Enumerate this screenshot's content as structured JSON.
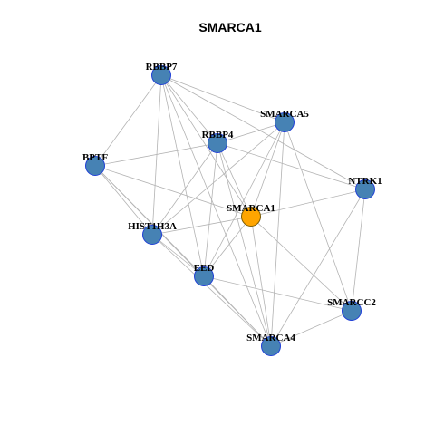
{
  "title": "SMARCA1",
  "colors": {
    "background": "#ffffff",
    "edge": "#b3b3b3",
    "node_fill": "#4682b4",
    "node_stroke": "#1f3fd6",
    "center_fill": "#ffa500",
    "center_stroke": "#7a5a00",
    "label": "#000000"
  },
  "nodes": [
    {
      "id": "RBBP7",
      "label": "RBBP7",
      "center": false
    },
    {
      "id": "SMARCA5",
      "label": "SMARCA5",
      "center": false
    },
    {
      "id": "RBBP4",
      "label": "RBBP4",
      "center": false
    },
    {
      "id": "BPTF",
      "label": "BPTF",
      "center": false
    },
    {
      "id": "NTRK1",
      "label": "NTRK1",
      "center": false
    },
    {
      "id": "SMARCA1",
      "label": "SMARCA1",
      "center": true
    },
    {
      "id": "HIST1H3A",
      "label": "HIST1H3A",
      "center": false
    },
    {
      "id": "EED",
      "label": "EED",
      "center": false
    },
    {
      "id": "SMARCC2",
      "label": "SMARCC2",
      "center": false
    },
    {
      "id": "SMARCA4",
      "label": "SMARCA4",
      "center": false
    }
  ],
  "edges": [
    [
      "RBBP7",
      "SMARCA5"
    ],
    [
      "RBBP7",
      "RBBP4"
    ],
    [
      "RBBP7",
      "BPTF"
    ],
    [
      "RBBP7",
      "NTRK1"
    ],
    [
      "RBBP7",
      "SMARCA1"
    ],
    [
      "RBBP7",
      "HIST1H3A"
    ],
    [
      "RBBP7",
      "EED"
    ],
    [
      "RBBP7",
      "SMARCA4"
    ],
    [
      "SMARCA5",
      "RBBP4"
    ],
    [
      "SMARCA5",
      "SMARCA1"
    ],
    [
      "SMARCA5",
      "HIST1H3A"
    ],
    [
      "SMARCA5",
      "EED"
    ],
    [
      "SMARCA5",
      "SMARCC2"
    ],
    [
      "SMARCA5",
      "SMARCA4"
    ],
    [
      "RBBP4",
      "BPTF"
    ],
    [
      "RBBP4",
      "NTRK1"
    ],
    [
      "RBBP4",
      "HIST1H3A"
    ],
    [
      "RBBP4",
      "EED"
    ],
    [
      "RBBP4",
      "SMARCA1"
    ],
    [
      "RBBP4",
      "SMARCA4"
    ],
    [
      "BPTF",
      "SMARCA1"
    ],
    [
      "BPTF",
      "HIST1H3A"
    ],
    [
      "BPTF",
      "EED"
    ],
    [
      "BPTF",
      "SMARCA4"
    ],
    [
      "NTRK1",
      "SMARCA1"
    ],
    [
      "NTRK1",
      "SMARCC2"
    ],
    [
      "NTRK1",
      "SMARCA4"
    ],
    [
      "SMARCA1",
      "HIST1H3A"
    ],
    [
      "SMARCA1",
      "EED"
    ],
    [
      "SMARCA1",
      "SMARCC2"
    ],
    [
      "SMARCA1",
      "SMARCA4"
    ],
    [
      "HIST1H3A",
      "EED"
    ],
    [
      "HIST1H3A",
      "SMARCA4"
    ],
    [
      "EED",
      "SMARCC2"
    ],
    [
      "EED",
      "SMARCA4"
    ],
    [
      "SMARCC2",
      "SMARCA4"
    ]
  ]
}
